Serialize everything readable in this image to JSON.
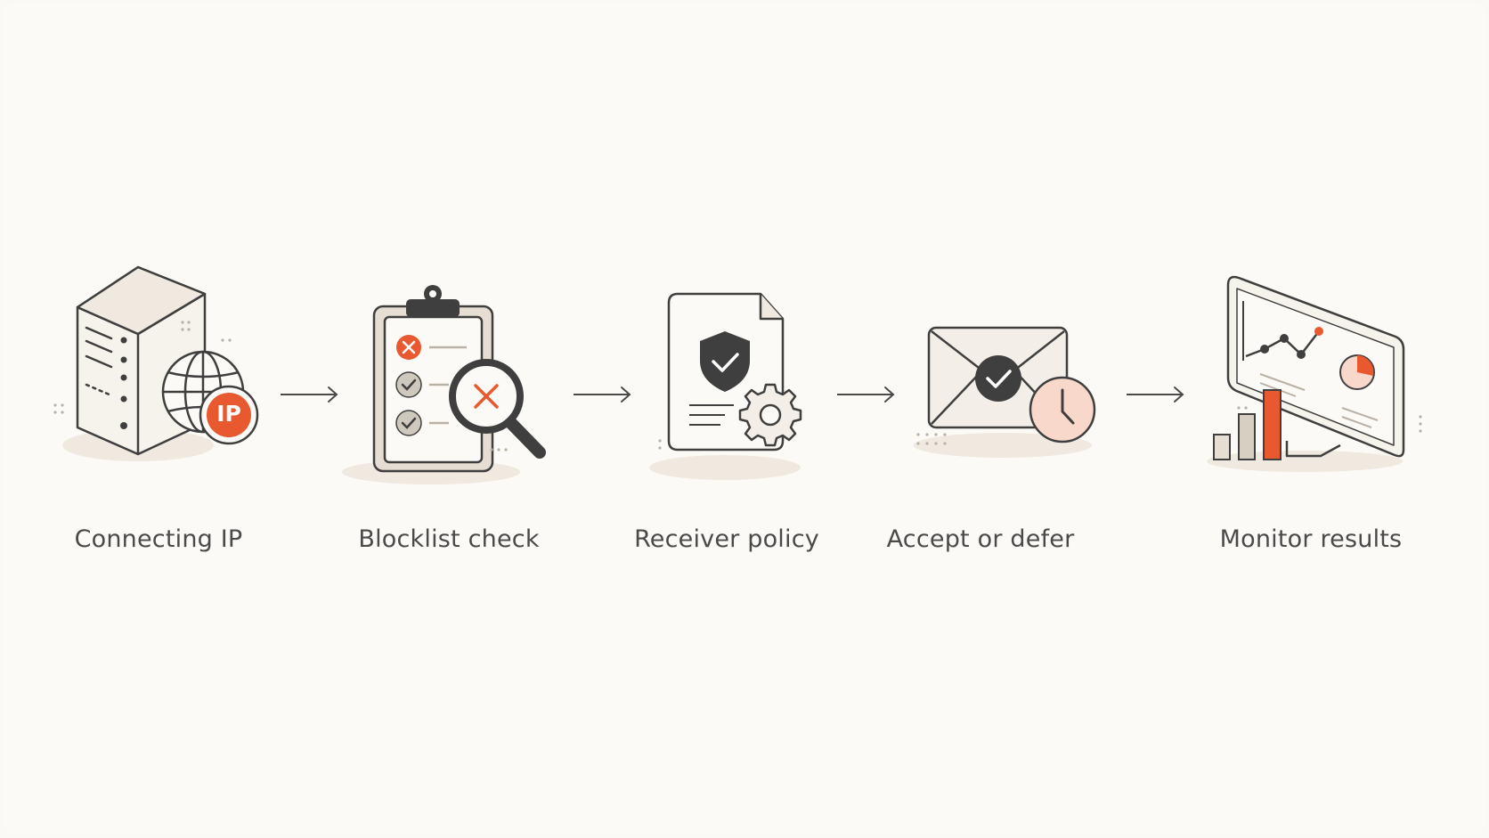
{
  "steps": [
    {
      "id": "connecting-ip",
      "label": "Connecting IP",
      "badge": "IP"
    },
    {
      "id": "blocklist-check",
      "label": "Blocklist check"
    },
    {
      "id": "receiver-policy",
      "label": "Receiver policy"
    },
    {
      "id": "accept-or-defer",
      "label": "Accept or defer"
    },
    {
      "id": "monitor-results",
      "label": "Monitor results"
    }
  ],
  "colors": {
    "background": "#fcfaf6",
    "line": "#3f3f3f",
    "accent": "#e8592f",
    "fill_light": "#f3efe8",
    "shadow": "#efe9df",
    "muted": "#b9b1a6",
    "clock_fill": "#f8d8ca"
  }
}
